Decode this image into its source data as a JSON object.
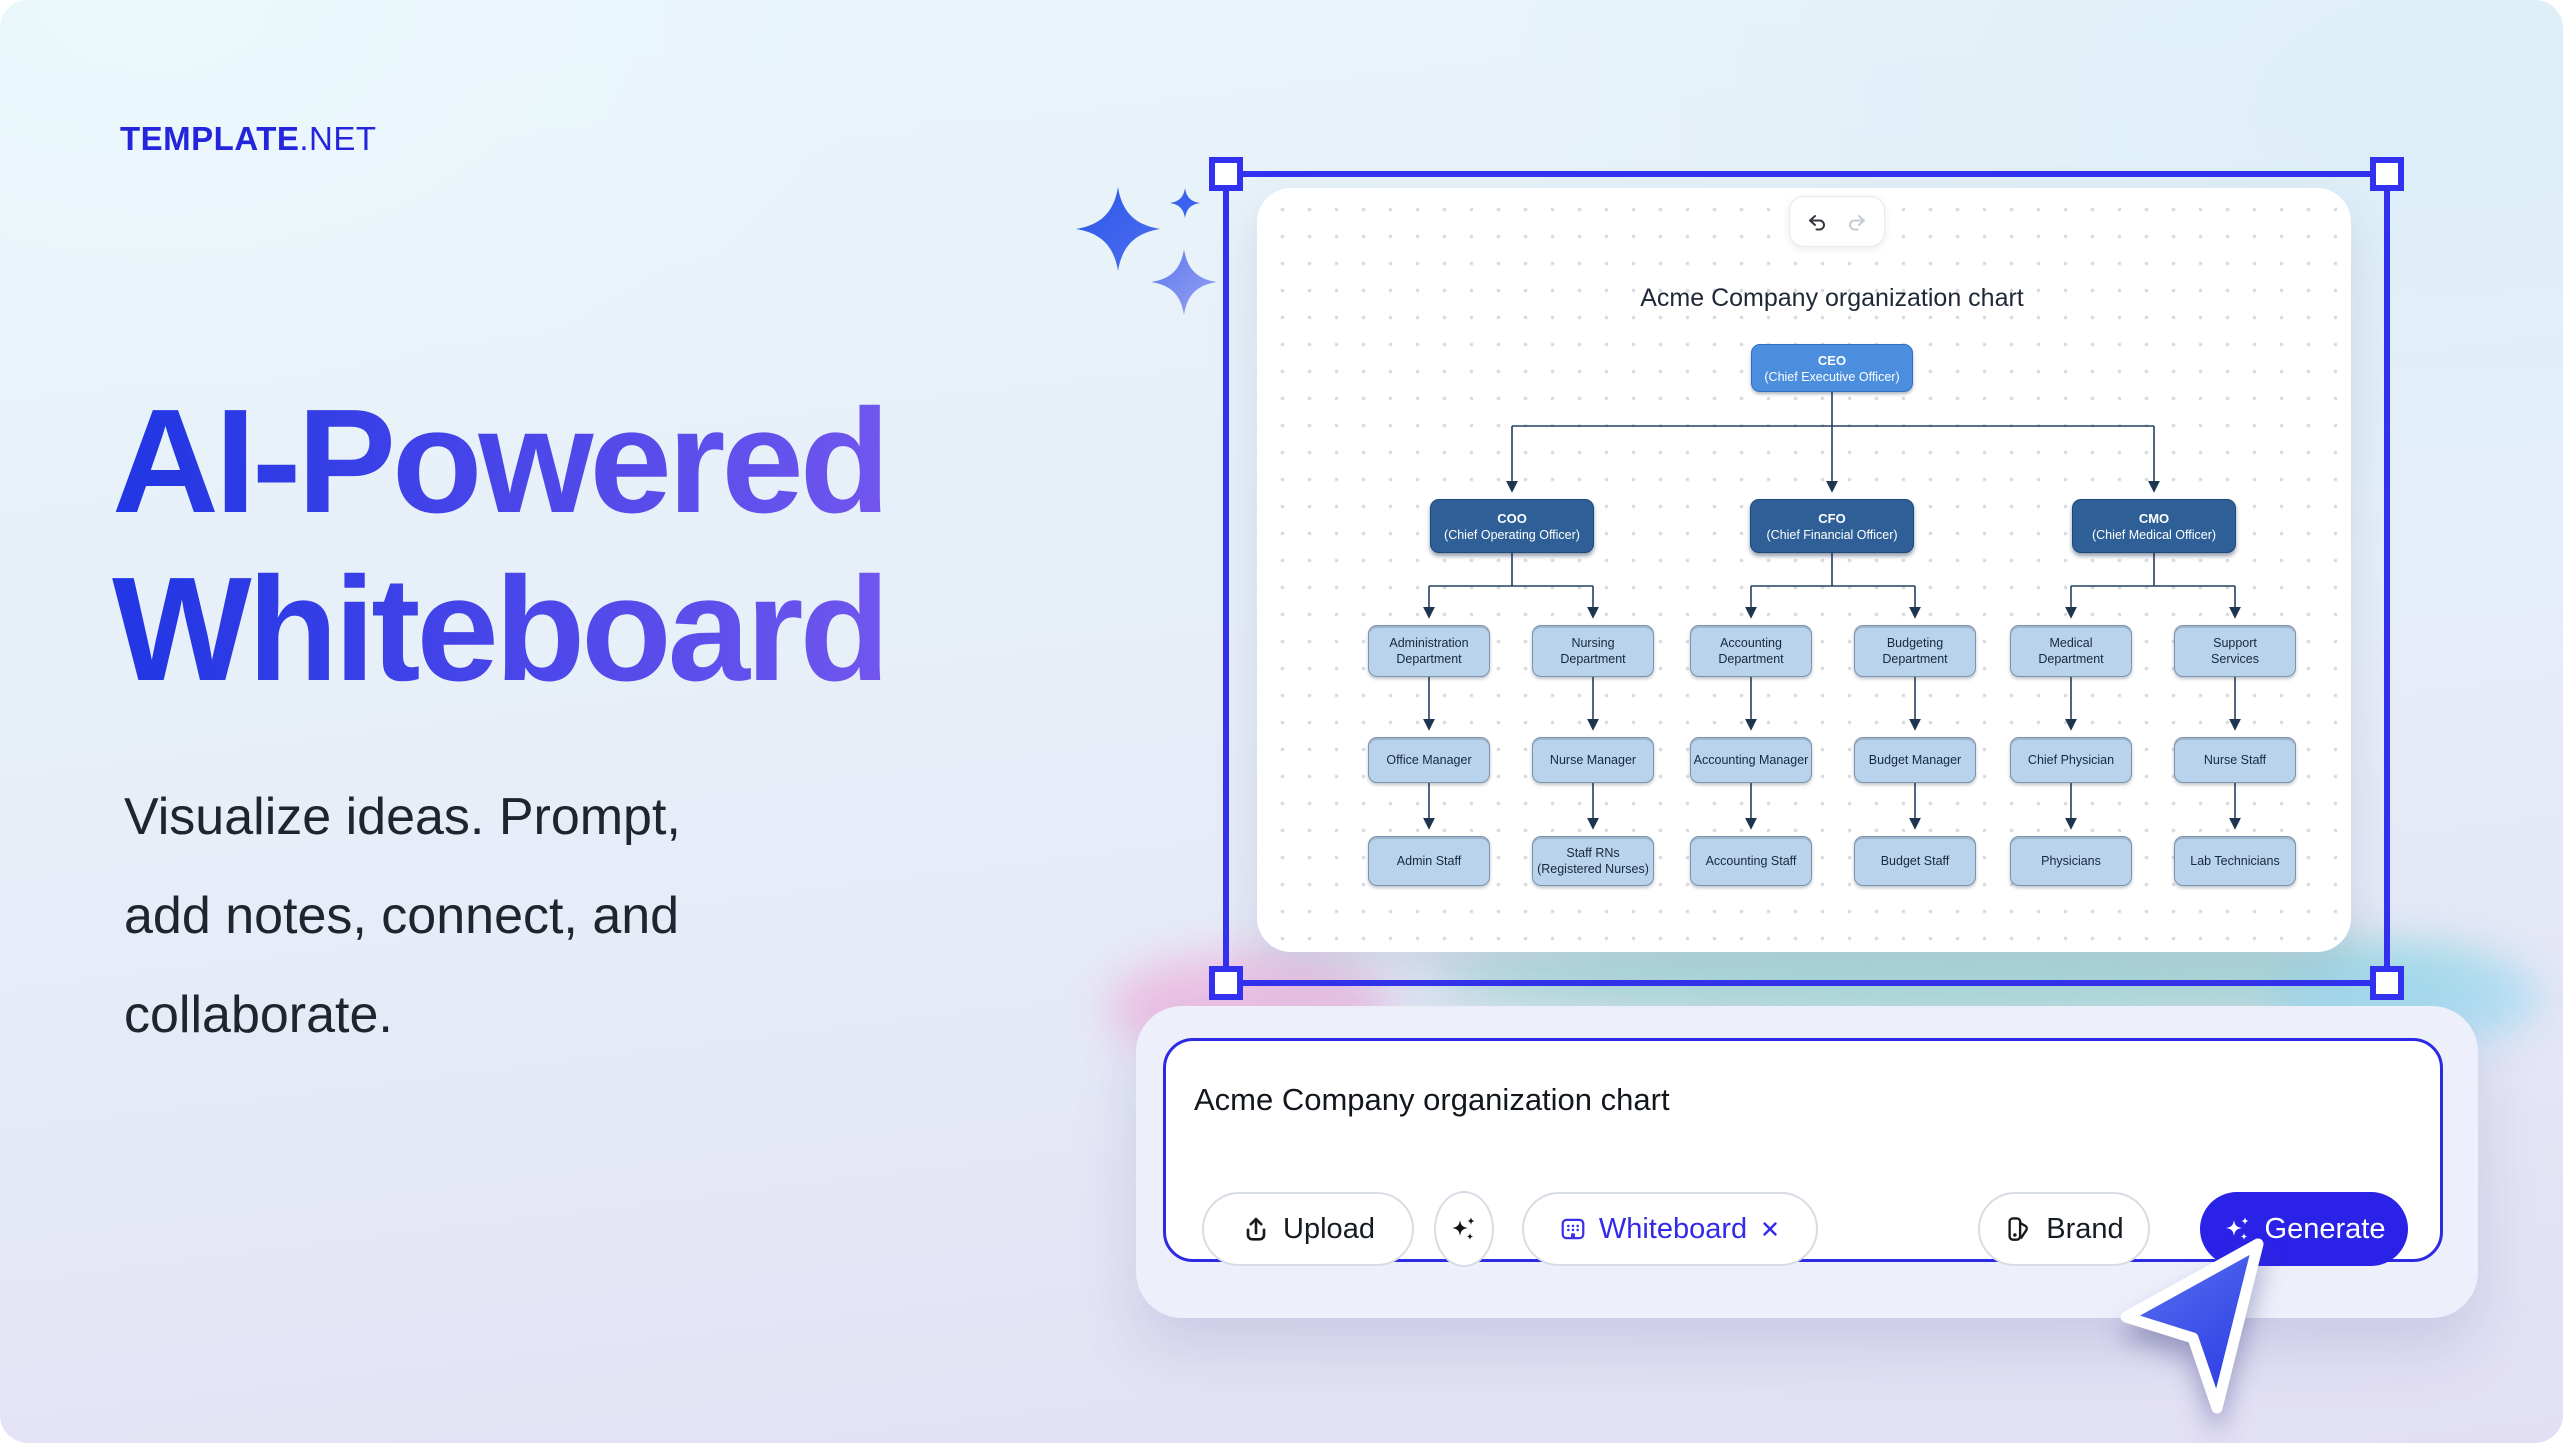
{
  "logo": {
    "bold": "TEMPLATE",
    "suffix": ".NET"
  },
  "hero": {
    "title_lines": [
      "AI-Powered",
      "Whiteboard"
    ],
    "tagline_lines": [
      "Visualize ideas. Prompt,",
      "add notes, connect, and",
      "collaborate."
    ]
  },
  "whiteboard": {
    "title": "Acme Company organization chart",
    "org": {
      "ceo": {
        "title": "CEO",
        "subtitle": "(Chief Executive Officer)"
      },
      "executives": [
        {
          "title": "COO",
          "subtitle": "(Chief Operating Officer)"
        },
        {
          "title": "CFO",
          "subtitle": "(Chief Financial Officer)"
        },
        {
          "title": "CMO",
          "subtitle": "(Chief Medical Officer)"
        }
      ],
      "departments": [
        [
          "Administration",
          "Department"
        ],
        [
          "Nursing",
          "Department"
        ],
        [
          "Accounting",
          "Department"
        ],
        [
          "Budgeting",
          "Department"
        ],
        [
          "Medical",
          "Department"
        ],
        [
          "Support",
          "Services"
        ]
      ],
      "managers": [
        "Office Manager",
        "Nurse Manager",
        "Accounting Manager",
        "Budget Manager",
        "Chief Physician",
        "Nurse Staff"
      ],
      "staff": [
        [
          "Admin Staff",
          ""
        ],
        [
          "Staff RNs",
          "(Registered Nurses)"
        ],
        [
          "Accounting Staff",
          ""
        ],
        [
          "Budget Staff",
          ""
        ],
        [
          "Physicians",
          ""
        ],
        [
          "Lab Technicians",
          ""
        ]
      ]
    }
  },
  "prompt_panel": {
    "input_text": "Acme Company organization chart",
    "upload_label": "Upload",
    "whiteboard_chip_label": "Whiteboard",
    "brand_label": "Brand",
    "generate_label": "Generate"
  },
  "colors": {
    "accent_blue": "#2b22e8",
    "selection_blue": "#3331f0",
    "heading_gradient_start": "#2337e4",
    "heading_gradient_end": "#7156ee",
    "node_ceo": "#4a8edd",
    "node_executive": "#2e5f96",
    "node_light": "#b9d3ec",
    "connector": "#26405e"
  }
}
